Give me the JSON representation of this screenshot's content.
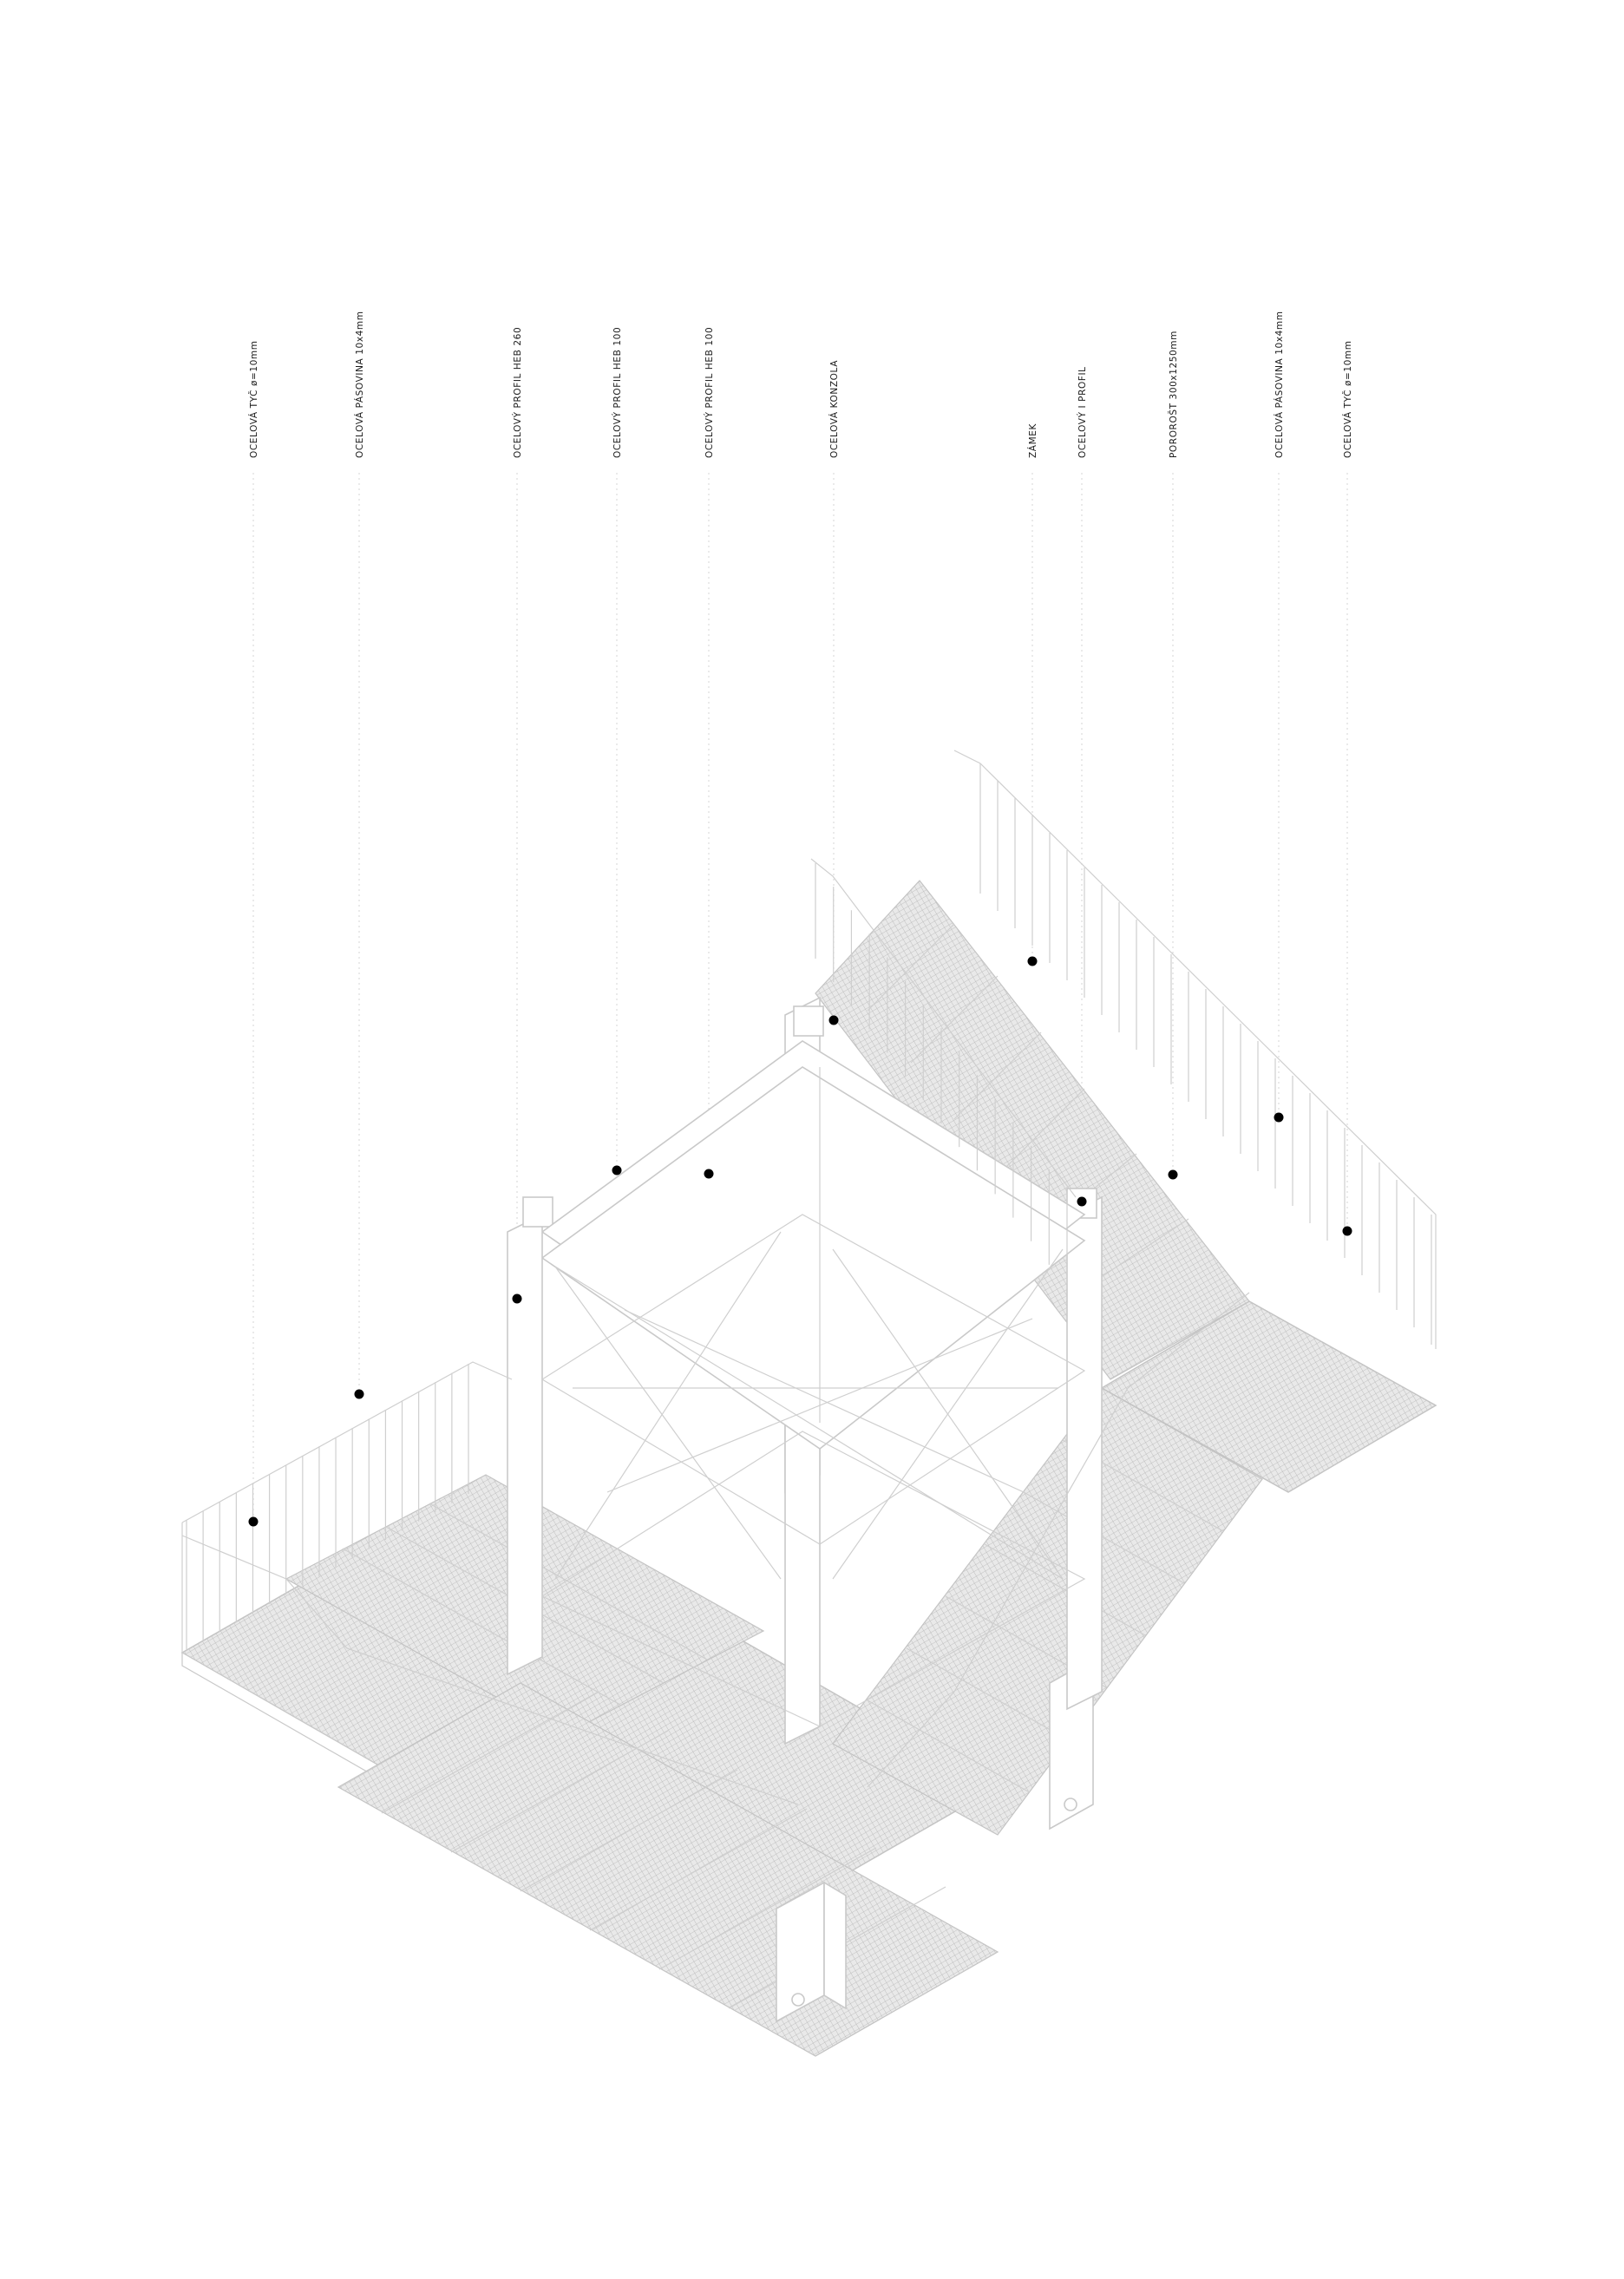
{
  "drawing": {
    "callouts": [
      {
        "id": "rod-left",
        "text": "OCELOVÁ TYČ ø=10mm"
      },
      {
        "id": "flatbar-left",
        "text": "OCELOVÁ PÁSOVINA 10x4mm"
      },
      {
        "id": "heb260",
        "text": "OCELOVÝ PROFIL HEB 260"
      },
      {
        "id": "heb100-a",
        "text": "OCELOVÝ PROFIL HEB 100"
      },
      {
        "id": "heb100-b",
        "text": "OCELOVÝ PROFIL HEB 100"
      },
      {
        "id": "bracket",
        "text": "OCELOVÁ KONZOLA"
      },
      {
        "id": "lock",
        "text": "ZÁMEK"
      },
      {
        "id": "i-profile",
        "text": "OCELOVÝ I PROFIL"
      },
      {
        "id": "grating",
        "text": "POROROŠT 300x1250mm"
      },
      {
        "id": "flatbar-right",
        "text": "OCELOVÁ PÁSOVINA 10x4mm"
      },
      {
        "id": "rod-right",
        "text": "OCELOVÁ TYČ ø=10mm"
      }
    ],
    "colors": {
      "line": "#c9c9c9",
      "grating": "#bdbdbd",
      "text": "#1a1a1a",
      "marker": "#000000"
    }
  }
}
